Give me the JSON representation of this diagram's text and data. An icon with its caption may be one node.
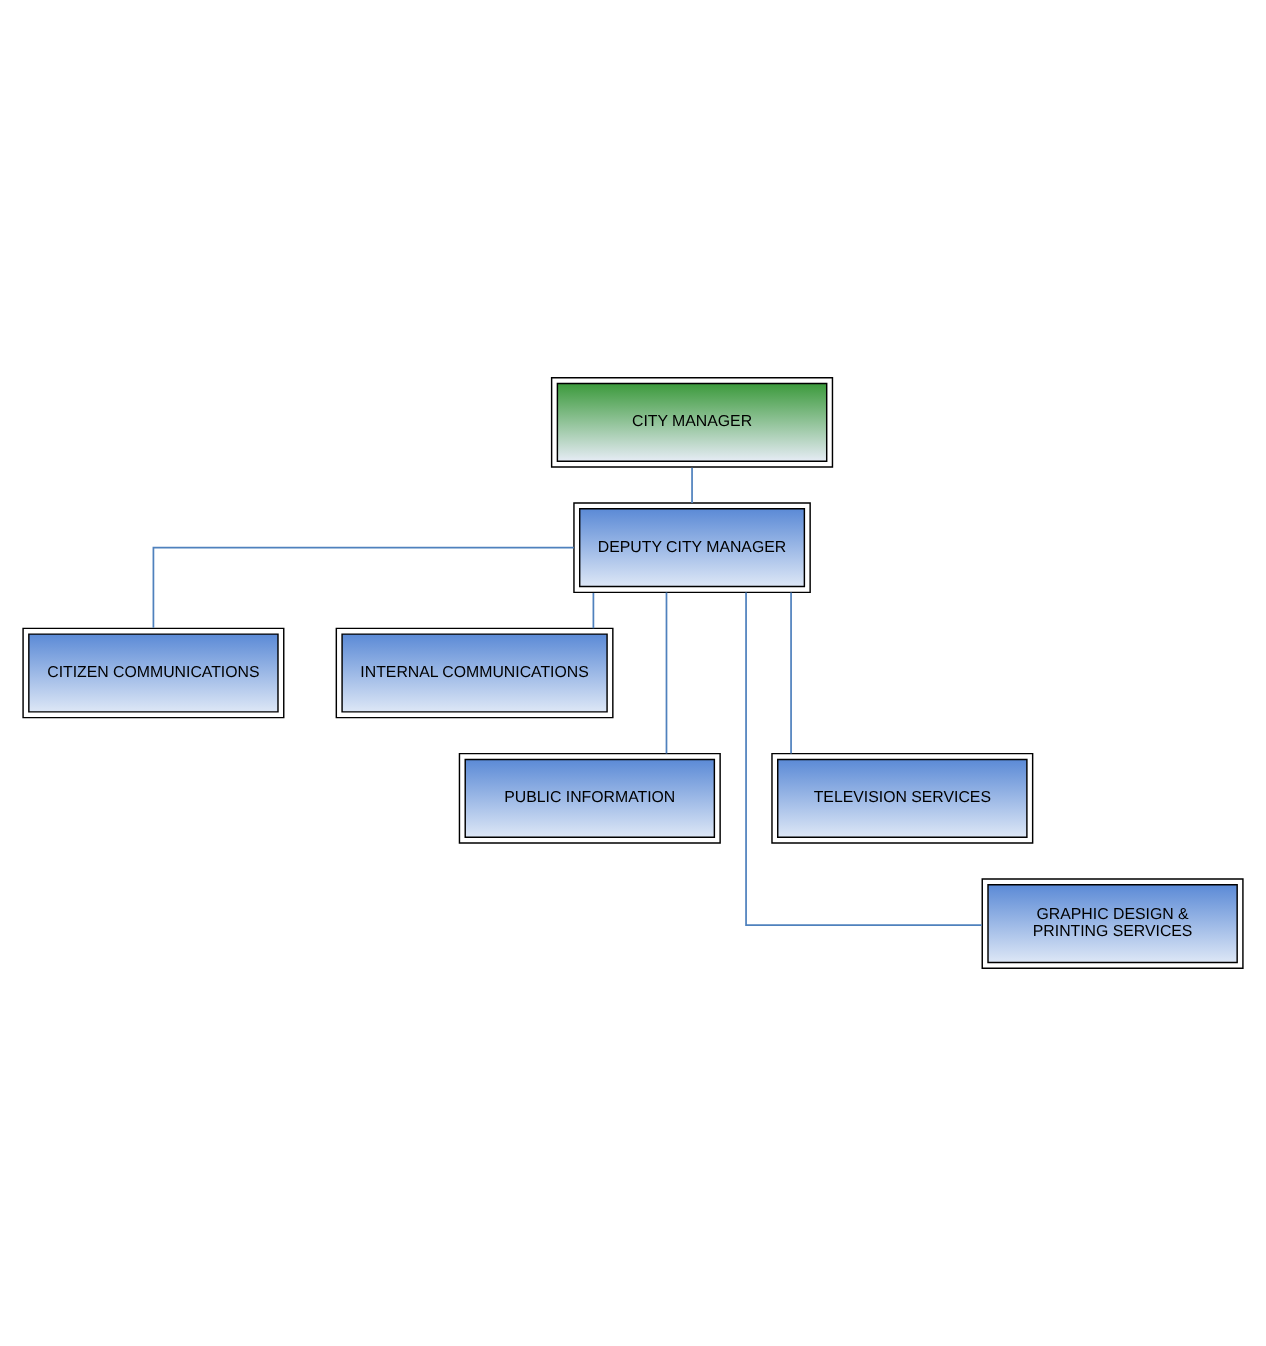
{
  "diagram": {
    "nodes": [
      {
        "text": [
          "CITY MANAGER"
        ]
      },
      {
        "text": [
          "DEPUTY CITY MANAGER"
        ]
      },
      {
        "text": [
          "CITIZEN COMMUNICATIONS"
        ]
      },
      {
        "text": [
          "INTERNAL COMMUNICATIONS"
        ]
      },
      {
        "text": [
          "PUBLIC INFORMATION"
        ]
      },
      {
        "text": [
          "TELEVISION SERVICES"
        ]
      },
      {
        "text": [
          "GRAPHIC DESIGN & PRINTING SERVICES"
        ]
      }
    ],
    "edges": [
      {
        "from": 0,
        "to": 1,
        "arrow": "none"
      },
      {
        "from": 1,
        "to": 2,
        "arrow": "none"
      },
      {
        "from": 1,
        "to": 3,
        "arrow": "none"
      },
      {
        "from": 1,
        "to": 4,
        "arrow": "none"
      },
      {
        "from": 1,
        "to": 5,
        "arrow": "none"
      },
      {
        "from": 1,
        "to": 6,
        "arrow": "none"
      }
    ]
  }
}
